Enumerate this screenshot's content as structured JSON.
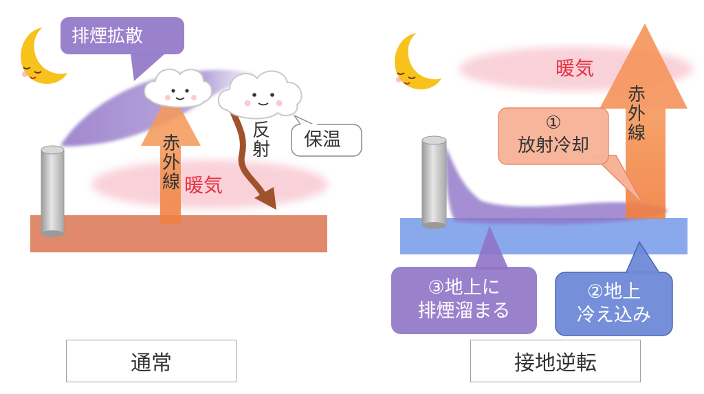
{
  "colors": {
    "ground_normal": "#e0896b",
    "ground_inversion": "#8aa9ec",
    "smoke": "#8f73c6",
    "warm_air": "#f8c9d3",
    "infrared": "#f07e3f",
    "reflect": "#a0522d",
    "warm_text": "#e8313f"
  },
  "icons": [
    "moon-face-icon",
    "cloud-face-icon",
    "chimney-icon",
    "infrared-arrow-icon",
    "reflection-arrow-icon"
  ],
  "left": {
    "smoke_callout": "排煙拡散",
    "infrared_label": [
      "赤",
      "外",
      "線"
    ],
    "warm_air_label": "暖気",
    "reflect_label": [
      "反",
      "射"
    ],
    "keep_warm_callout": "保温",
    "caption": "通常"
  },
  "right": {
    "warm_air_label": "暖気",
    "infrared_label": [
      "赤",
      "外",
      "線"
    ],
    "step1_callout": [
      "①",
      "放射冷却"
    ],
    "step2_callout": [
      "②地上",
      "冷え込み"
    ],
    "step3_callout": [
      "③地上に",
      "排煙溜まる"
    ],
    "caption": "接地逆転"
  }
}
